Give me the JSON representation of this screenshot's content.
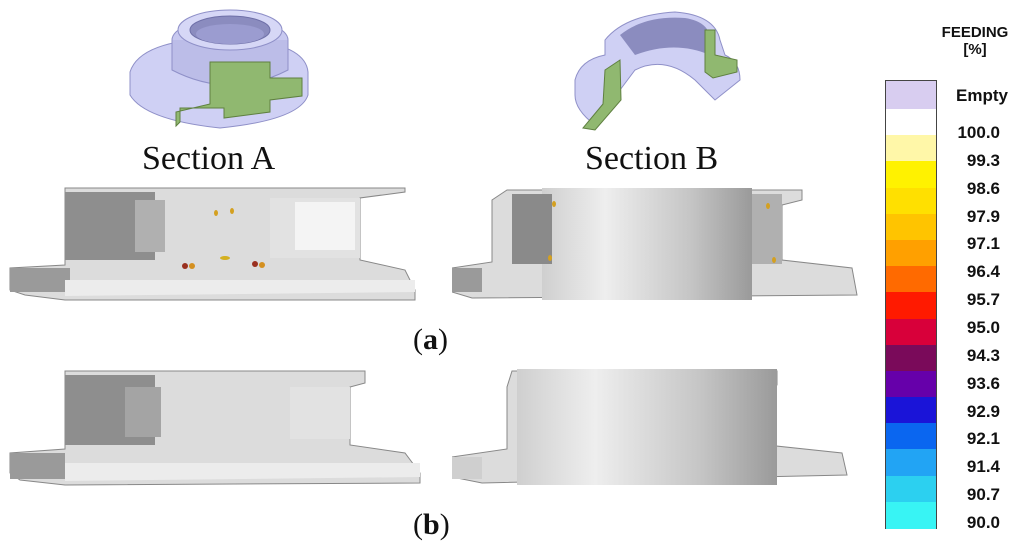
{
  "section_a_label": "Section A",
  "section_b_label": "Section B",
  "label_a": "a",
  "label_b": "b",
  "legend": {
    "title_line1": "FEEDING",
    "title_line2": "[%]",
    "empty_label": "Empty",
    "values": [
      "100.0",
      "99.3",
      "98.6",
      "97.9",
      "97.1",
      "96.4",
      "95.7",
      "95.0",
      "94.3",
      "93.6",
      "92.9",
      "92.1",
      "91.4",
      "90.7",
      "90.0"
    ],
    "colors": [
      "#ffffff",
      "#fff7a8",
      "#fff200",
      "#ffe000",
      "#ffc400",
      "#ffa000",
      "#ff6a00",
      "#ff1a00",
      "#d8003a",
      "#7a0a5a",
      "#6600aa",
      "#1a14d8",
      "#0a66f0",
      "#22a4f4",
      "#2cd0f0",
      "#38f4f4"
    ],
    "empty_color": "#d8cdf0"
  }
}
